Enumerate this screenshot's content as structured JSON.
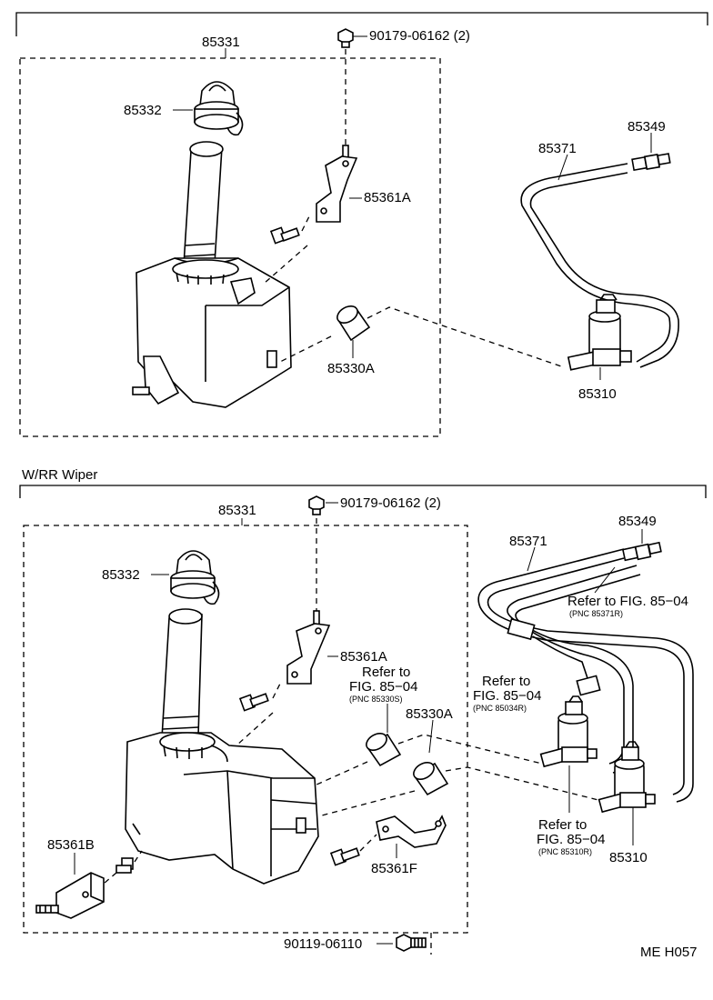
{
  "section2_title": "W/RR Wiper",
  "drawing_code": "ME H057",
  "top": {
    "tank_assembly": "85331",
    "cap": "85332",
    "bolt": "90179-06162 (2)",
    "bracket": "85361A",
    "grommet": "85330A",
    "hose": "85371",
    "nozzle": "85349",
    "pump": "85310"
  },
  "bottom": {
    "tank_assembly": "85331",
    "cap": "85332",
    "bolt": "90179-06162 (2)",
    "bracket_a": "85361A",
    "bracket_b": "85361B",
    "bracket_f": "85361F",
    "grommet": "85330A",
    "hose": "85371",
    "nozzle": "85349",
    "pump": "85310",
    "bottom_bolt": "90119-06110",
    "ref_grommet": {
      "line1": "Refer to",
      "line2": "FIG. 85−04",
      "pnc": "(PNC 85330S)"
    },
    "ref_hose": {
      "line1": "Refer to FIG. 85−04",
      "pnc": "(PNC 85371R)"
    },
    "ref_connector": {
      "line1": "Refer to",
      "line2": "FIG. 85−04",
      "pnc": "(PNC 85034R)"
    },
    "ref_pump": {
      "line1": "Refer to",
      "line2": "FIG. 85−04",
      "pnc": "(PNC 85310R)"
    }
  }
}
